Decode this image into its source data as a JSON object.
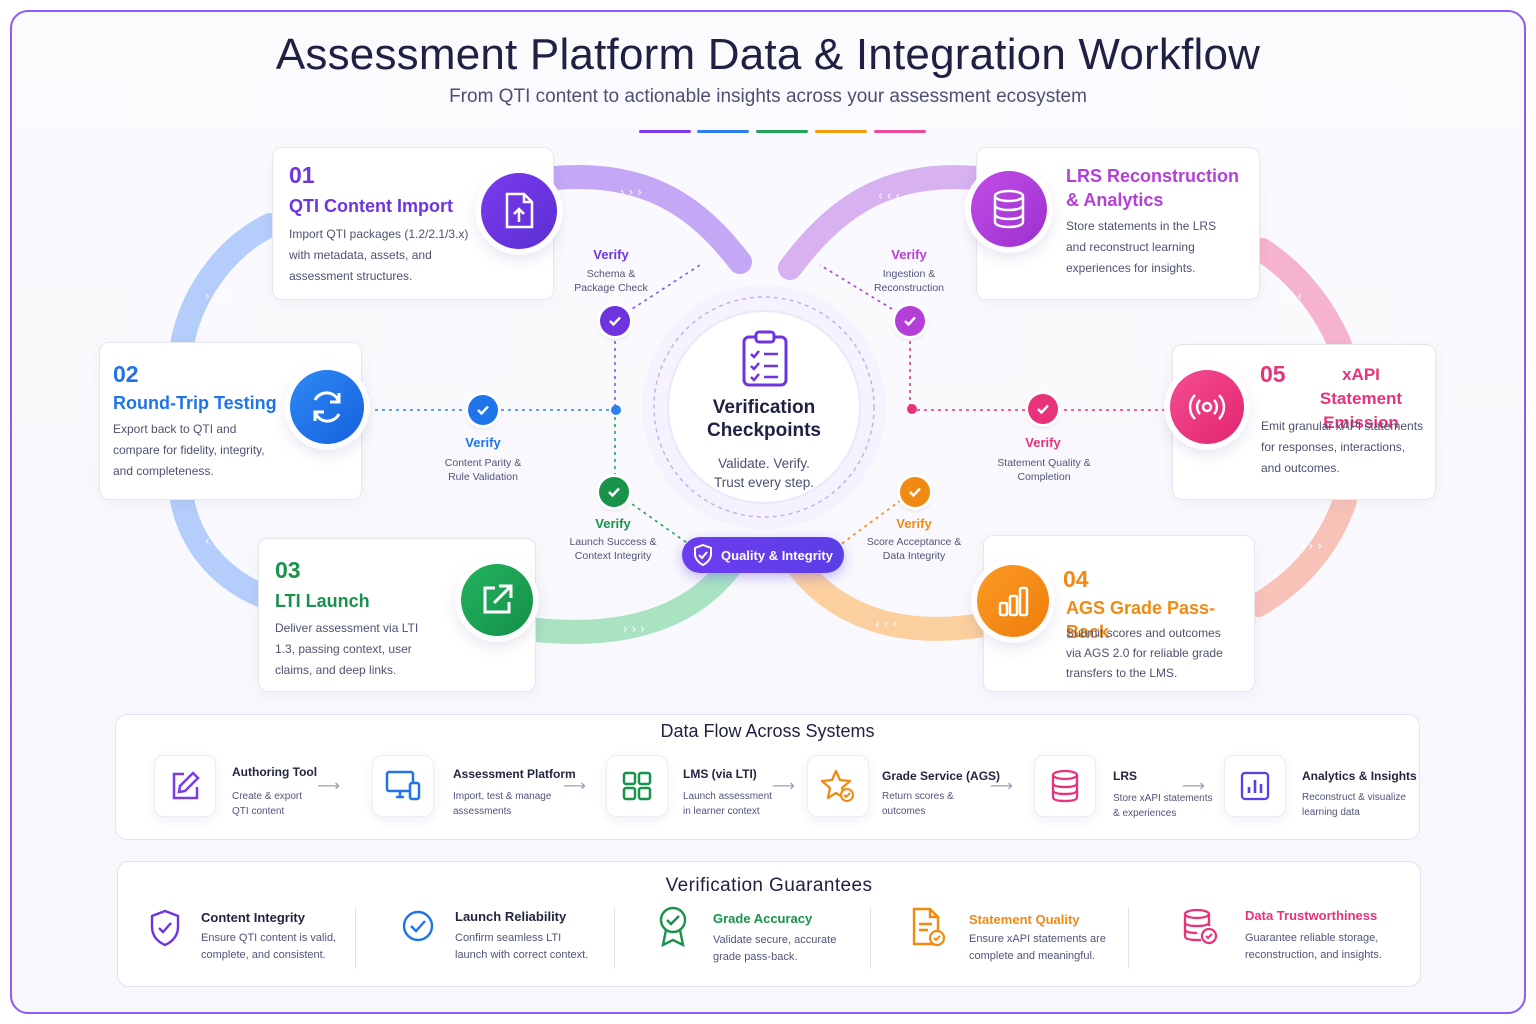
{
  "header": {
    "title": "Assessment Platform Data & Integration Workflow",
    "subtitle": "From QTI content to actionable insights across your assessment ecosystem",
    "bars": [
      "#7c3aed",
      "#2f80ed",
      "#22a55a",
      "#f59e0b",
      "#ec4899"
    ]
  },
  "steps": {
    "s1": {
      "num": "01",
      "title": "QTI Content Import",
      "desc": [
        "Import QTI packages (1.2/2.1/3.x)",
        "with metadata, assets, and",
        "assessment structures."
      ],
      "color": "#6d34e0"
    },
    "s2": {
      "num": "02",
      "title": "Round-Trip Testing",
      "desc": [
        "Export back to QTI and",
        "compare for fidelity, integrity,",
        "and completeness."
      ],
      "color": "#1f74ea"
    },
    "s3": {
      "num": "03",
      "title": "LTI Launch",
      "desc": [
        "Deliver assessment via LTI",
        "1.3, passing context, user",
        "claims, and deep links."
      ],
      "color": "#17934b"
    },
    "s4": {
      "num": "04",
      "title": "AGS Grade Pass-Back",
      "desc": [
        "Submit scores and outcomes",
        "via AGS 2.0 for reliable grade",
        "transfers to the LMS."
      ],
      "color": "#f08a12"
    },
    "s5": {
      "num": "05",
      "title_lines": [
        "xAPI Statement",
        "Emission"
      ],
      "desc": [
        "Emit granular xAPI statements",
        "for responses, interactions,",
        "and outcomes."
      ],
      "color": "#e8327a"
    },
    "s6": {
      "title_lines": [
        "LRS Reconstruction",
        "& Analytics"
      ],
      "desc": [
        "Store statements in the LRS",
        "and reconstruct learning",
        "experiences for insights."
      ],
      "color": "#b43fd6"
    }
  },
  "verify": {
    "word": "Verify",
    "v1": {
      "sub": [
        "Schema &",
        "Package Check"
      ],
      "color": "#6d34e0"
    },
    "v2": {
      "sub": [
        "Content Parity &",
        "Rule Validation"
      ],
      "color": "#1f74ea"
    },
    "v3": {
      "sub": [
        "Launch Success &",
        "Context Integrity"
      ],
      "color": "#17934b"
    },
    "v4": {
      "sub": [
        "Score Acceptance &",
        "Data Integrity"
      ],
      "color": "#f08a12"
    },
    "v5": {
      "sub": [
        "Statement Quality &",
        "Completion"
      ],
      "color": "#e8327a"
    },
    "v6": {
      "sub": [
        "Ingestion &",
        "Reconstruction"
      ],
      "color": "#b43fd6"
    }
  },
  "center": {
    "title_lines": [
      "Verification",
      "Checkpoints"
    ],
    "sub_lines": [
      "Validate. Verify.",
      "Trust every step."
    ],
    "pill": "Quality & Integrity"
  },
  "dataflow": {
    "title": "Data Flow Across Systems",
    "nodes": [
      {
        "title": "Authoring Tool",
        "desc": [
          "Create & export",
          "QTI content"
        ],
        "icon": "edit-icon",
        "color": "#7c3aed"
      },
      {
        "title": "Assessment Platform",
        "desc": [
          "Import, test & manage",
          "assessments"
        ],
        "icon": "monitor-icon",
        "color": "#1f74ea"
      },
      {
        "title": "LMS (via LTI)",
        "desc": [
          "Launch assessment",
          "in learner context"
        ],
        "icon": "grid-icon",
        "color": "#17934b"
      },
      {
        "title": "Grade Service (AGS)",
        "desc": [
          "Return scores &",
          "outcomes"
        ],
        "icon": "star-badge-icon",
        "color": "#f08a12"
      },
      {
        "title": "LRS",
        "desc": [
          "Store xAPI statements",
          "& experiences"
        ],
        "icon": "database-icon",
        "color": "#e8327a"
      },
      {
        "title": "Analytics & Insights",
        "desc": [
          "Reconstruct & visualize",
          "learning data"
        ],
        "icon": "bar-chart-icon",
        "color": "#5b3ee6"
      }
    ]
  },
  "guarantees": {
    "title": "Verification Guarantees",
    "items": [
      {
        "title": "Content Integrity",
        "desc": [
          "Ensure QTI content is valid,",
          "complete, and consistent."
        ],
        "color": "#6d34e0",
        "title_color": "#22253f",
        "icon": "shield-check-icon"
      },
      {
        "title": "Launch Reliability",
        "desc": [
          "Confirm seamless LTI",
          "launch with correct context."
        ],
        "color": "#1f74ea",
        "title_color": "#22253f",
        "icon": "circle-check-icon"
      },
      {
        "title": "Grade Accuracy",
        "desc": [
          "Validate secure, accurate",
          "grade pass-back."
        ],
        "color": "#17934b",
        "title_color": "#17934b",
        "icon": "award-icon"
      },
      {
        "title": "Statement Quality",
        "desc": [
          "Ensure xAPI statements are",
          "complete and meaningful."
        ],
        "color": "#f08a12",
        "title_color": "#f08a12",
        "icon": "document-check-icon"
      },
      {
        "title": "Data Trustworthiness",
        "desc": [
          "Guarantee reliable storage,",
          "reconstruction, and insights."
        ],
        "color": "#e8327a",
        "title_color": "#e8327a",
        "icon": "database-check-icon"
      }
    ]
  }
}
